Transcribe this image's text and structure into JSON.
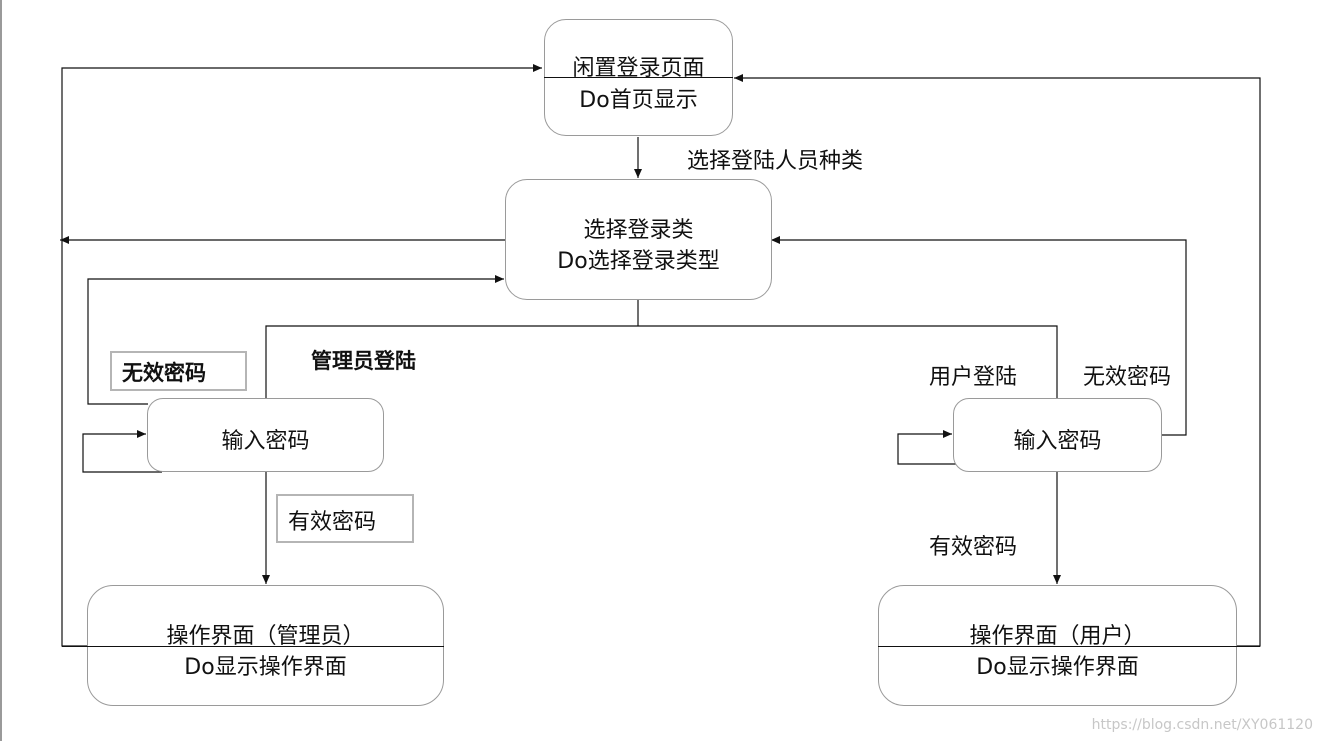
{
  "nodes": {
    "idle_login": {
      "title": "闲置登录页面",
      "action": "Do首页显示"
    },
    "select_login": {
      "title": "选择登录类",
      "action": "Do选择登录类型"
    },
    "admin_password": {
      "label": "输入密码"
    },
    "user_password": {
      "label": "输入密码"
    },
    "admin_ops": {
      "title": "操作界面（管理员）",
      "action": "Do显示操作界面"
    },
    "user_ops": {
      "title": "操作界面（用户）",
      "action": "Do显示操作界面"
    }
  },
  "edges": {
    "select_role": "选择登陆人员种类",
    "admin_login": "管理员登陆",
    "user_login": "用户登陆",
    "admin_invalid": "无效密码",
    "admin_valid": "有效密码",
    "user_invalid": "无效密码",
    "user_valid": "有效密码"
  },
  "watermark": "https://blog.csdn.net/XY061120",
  "colors": {
    "line": "#111111",
    "border": "#9a9a9a"
  }
}
